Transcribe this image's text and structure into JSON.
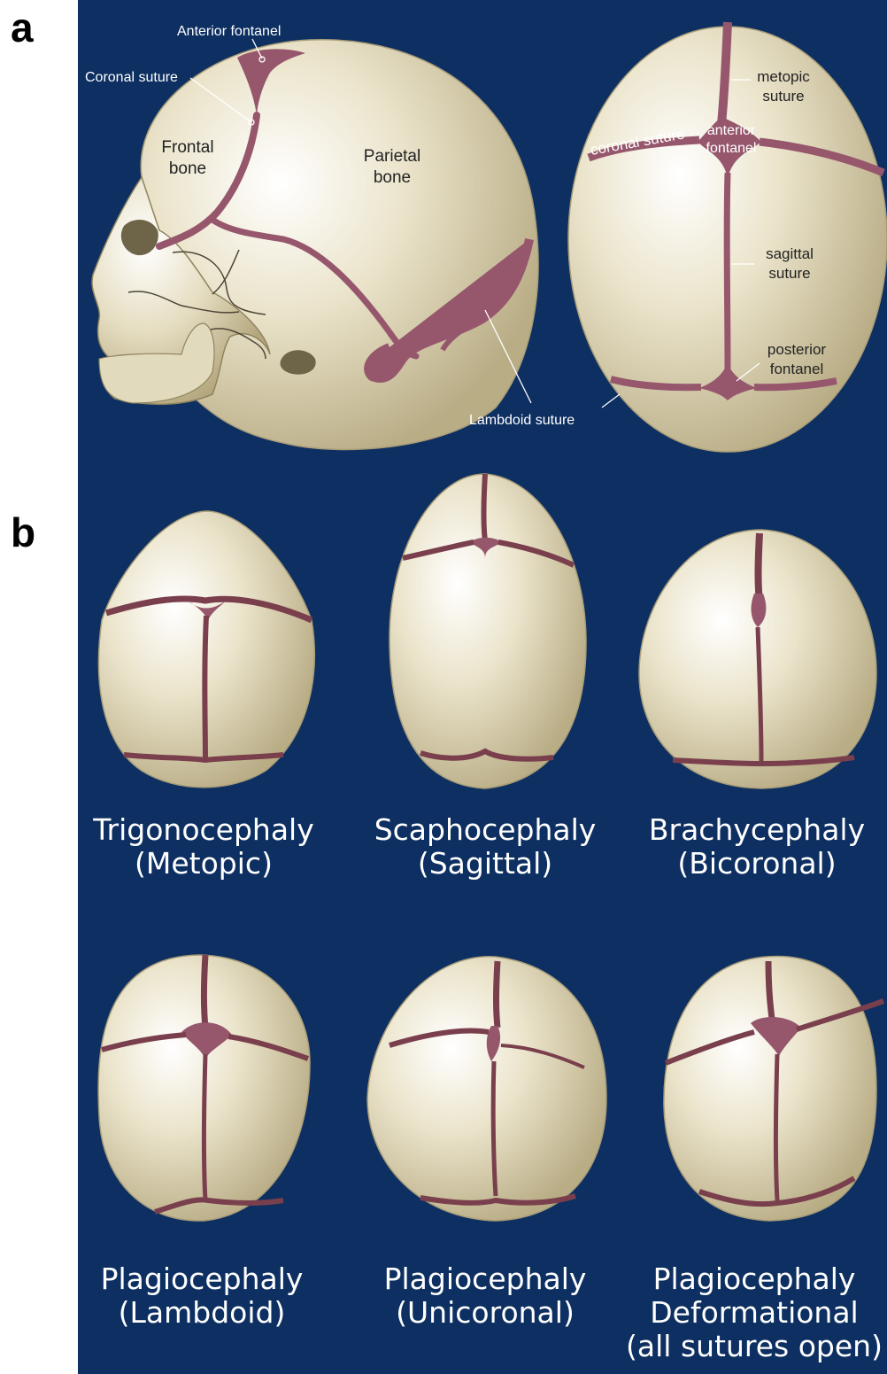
{
  "panels": {
    "a": "a",
    "b": "b"
  },
  "skull_lateral": {
    "anterior_fontanel": "Anterior fontanel",
    "coronal_suture": "Coronal suture",
    "frontal_bone_1": "Frontal",
    "frontal_bone_2": "bone",
    "parietal_bone_1": "Parietal",
    "parietal_bone_2": "bone",
    "lambdoid_suture": "Lambdoid suture"
  },
  "skull_top": {
    "metopic_1": "metopic",
    "metopic_2": "suture",
    "coronal": "coronal suture",
    "anterior_1": "anterior",
    "anterior_2": "fontanel",
    "sagittal_1": "sagittal",
    "sagittal_2": "suture",
    "posterior_1": "posterior",
    "posterior_2": "fontanel"
  },
  "captions": [
    {
      "line1": "Trigonocephaly",
      "line2": "(Metopic)",
      "line3": ""
    },
    {
      "line1": "Scaphocephaly",
      "line2": "(Sagittal)",
      "line3": ""
    },
    {
      "line1": "Brachycephaly",
      "line2": "(Bicoronal)",
      "line3": ""
    },
    {
      "line1": "Plagiocephaly",
      "line2": "(Lambdoid)",
      "line3": ""
    },
    {
      "line1": "Plagiocephaly",
      "line2": "(Unicoronal)",
      "line3": ""
    },
    {
      "line1": "Plagiocephaly",
      "line2": "Deformational",
      "line3": "(all sutures open)"
    }
  ],
  "colors": {
    "background": "#0d2f61",
    "bone": "#e8e0c4",
    "suture": "#8a4f64",
    "suture_fill": "#9c6276"
  }
}
